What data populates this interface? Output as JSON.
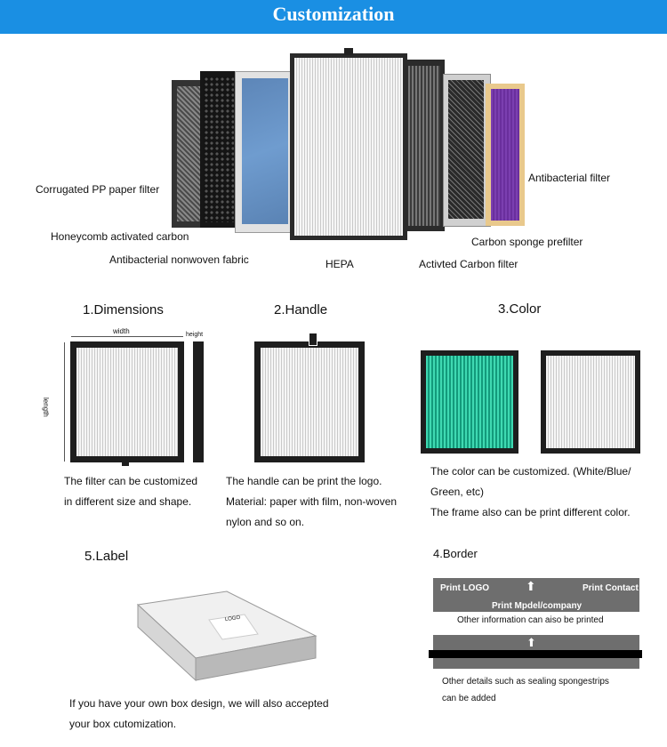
{
  "header": {
    "title": "Customization"
  },
  "layers": {
    "corrugated": "Corrugated PP paper filter",
    "honeycomb": "Honeycomb activated carbon",
    "nonwoven": "Antibacterial nonwoven fabric",
    "hepa": "HEPA",
    "activated": "Activted Carbon filter",
    "sponge": "Carbon sponge prefilter",
    "antibacterial": "Antibacterial filter"
  },
  "dimensions": {
    "title": "1.Dimensions",
    "width_label": "width",
    "height_label": "height",
    "length_label": "length",
    "line1": "The filter can be customized",
    "line2": "in different size and shape."
  },
  "handle": {
    "title": "2.Handle",
    "line1": "The handle can be print the logo.",
    "line2": "Material: paper with film, non-woven",
    "line3": "nylon and so on."
  },
  "color": {
    "title": "3.Color",
    "line1": "The color can be customized. (White/Blue/",
    "line2": "Green, etc)",
    "line3": "The frame also can be print different color."
  },
  "label": {
    "title": "5.Label",
    "logo": "LOGO",
    "line1": "If you have your own box design, we will also accepted",
    "line2": "your box cutomization."
  },
  "border": {
    "title": "4.Border",
    "print_logo": "Print LOGO",
    "print_contact": "Print Contact",
    "print_model": "Print Mpdel/company",
    "info1": "Other information can aiso be printed",
    "info2a": "Other details such as sealing spongestrips",
    "info2b": "can be added"
  },
  "colors": {
    "header": "#1a8fe3",
    "green_filter": "#1fbf9a",
    "purple_filter": "#7b3fb0"
  }
}
